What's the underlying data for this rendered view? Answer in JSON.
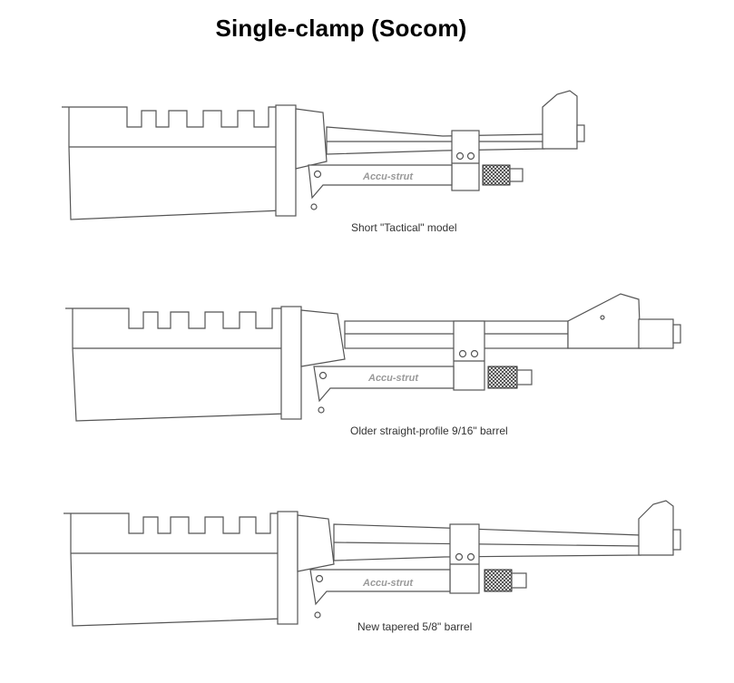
{
  "title": "Single-clamp (Socom)",
  "diagrams": [
    {
      "brand": "Accu-strut",
      "caption": "Short \"Tactical\" model"
    },
    {
      "brand": "Accu-strut",
      "caption": "Older straight-profile 9/16\" barrel"
    },
    {
      "brand": "Accu-strut",
      "caption": "New tapered 5/8\" barrel"
    }
  ]
}
